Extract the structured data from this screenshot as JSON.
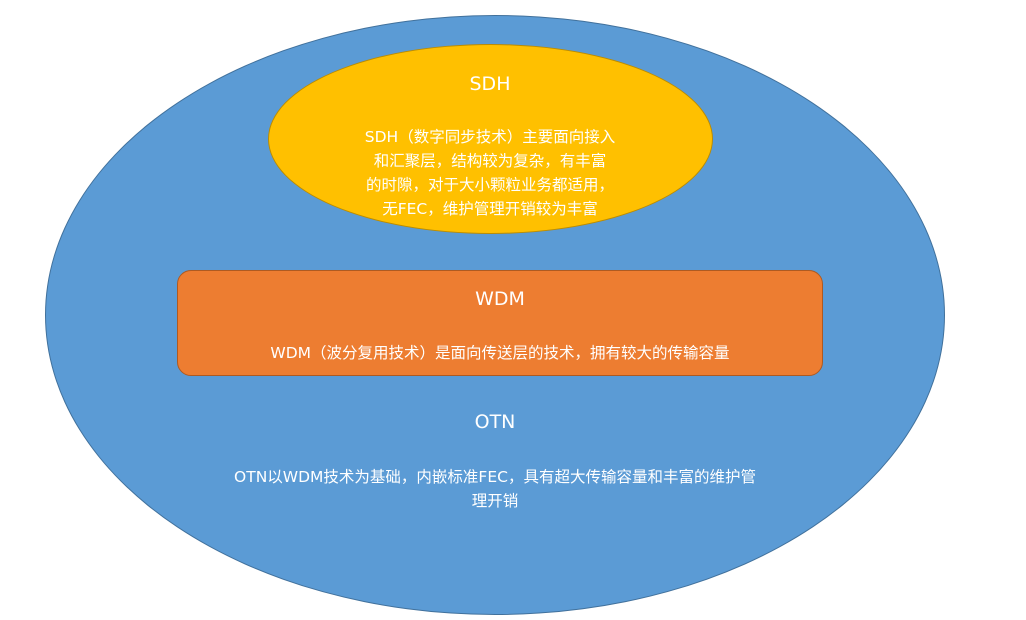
{
  "otn": {
    "title": "OTN",
    "description": "OTN以WDM技术为基础，内嵌标准FEC，具有超大传输容量和丰富的维护管\n理开销",
    "color": "#5b9bd5"
  },
  "sdh": {
    "title": "SDH",
    "description": "SDH（数字同步技术）主要面向接入\n和汇聚层，结构较为复杂，有丰富\n的时隙，对于大小颗粒业务都适用，\n无FEC，维护管理开销较为丰富",
    "color": "#ffc000"
  },
  "wdm": {
    "title": "WDM",
    "description": "WDM（波分复用技术）是面向传送层的技术，拥有较大的传输容量",
    "color": "#ed7d31"
  }
}
